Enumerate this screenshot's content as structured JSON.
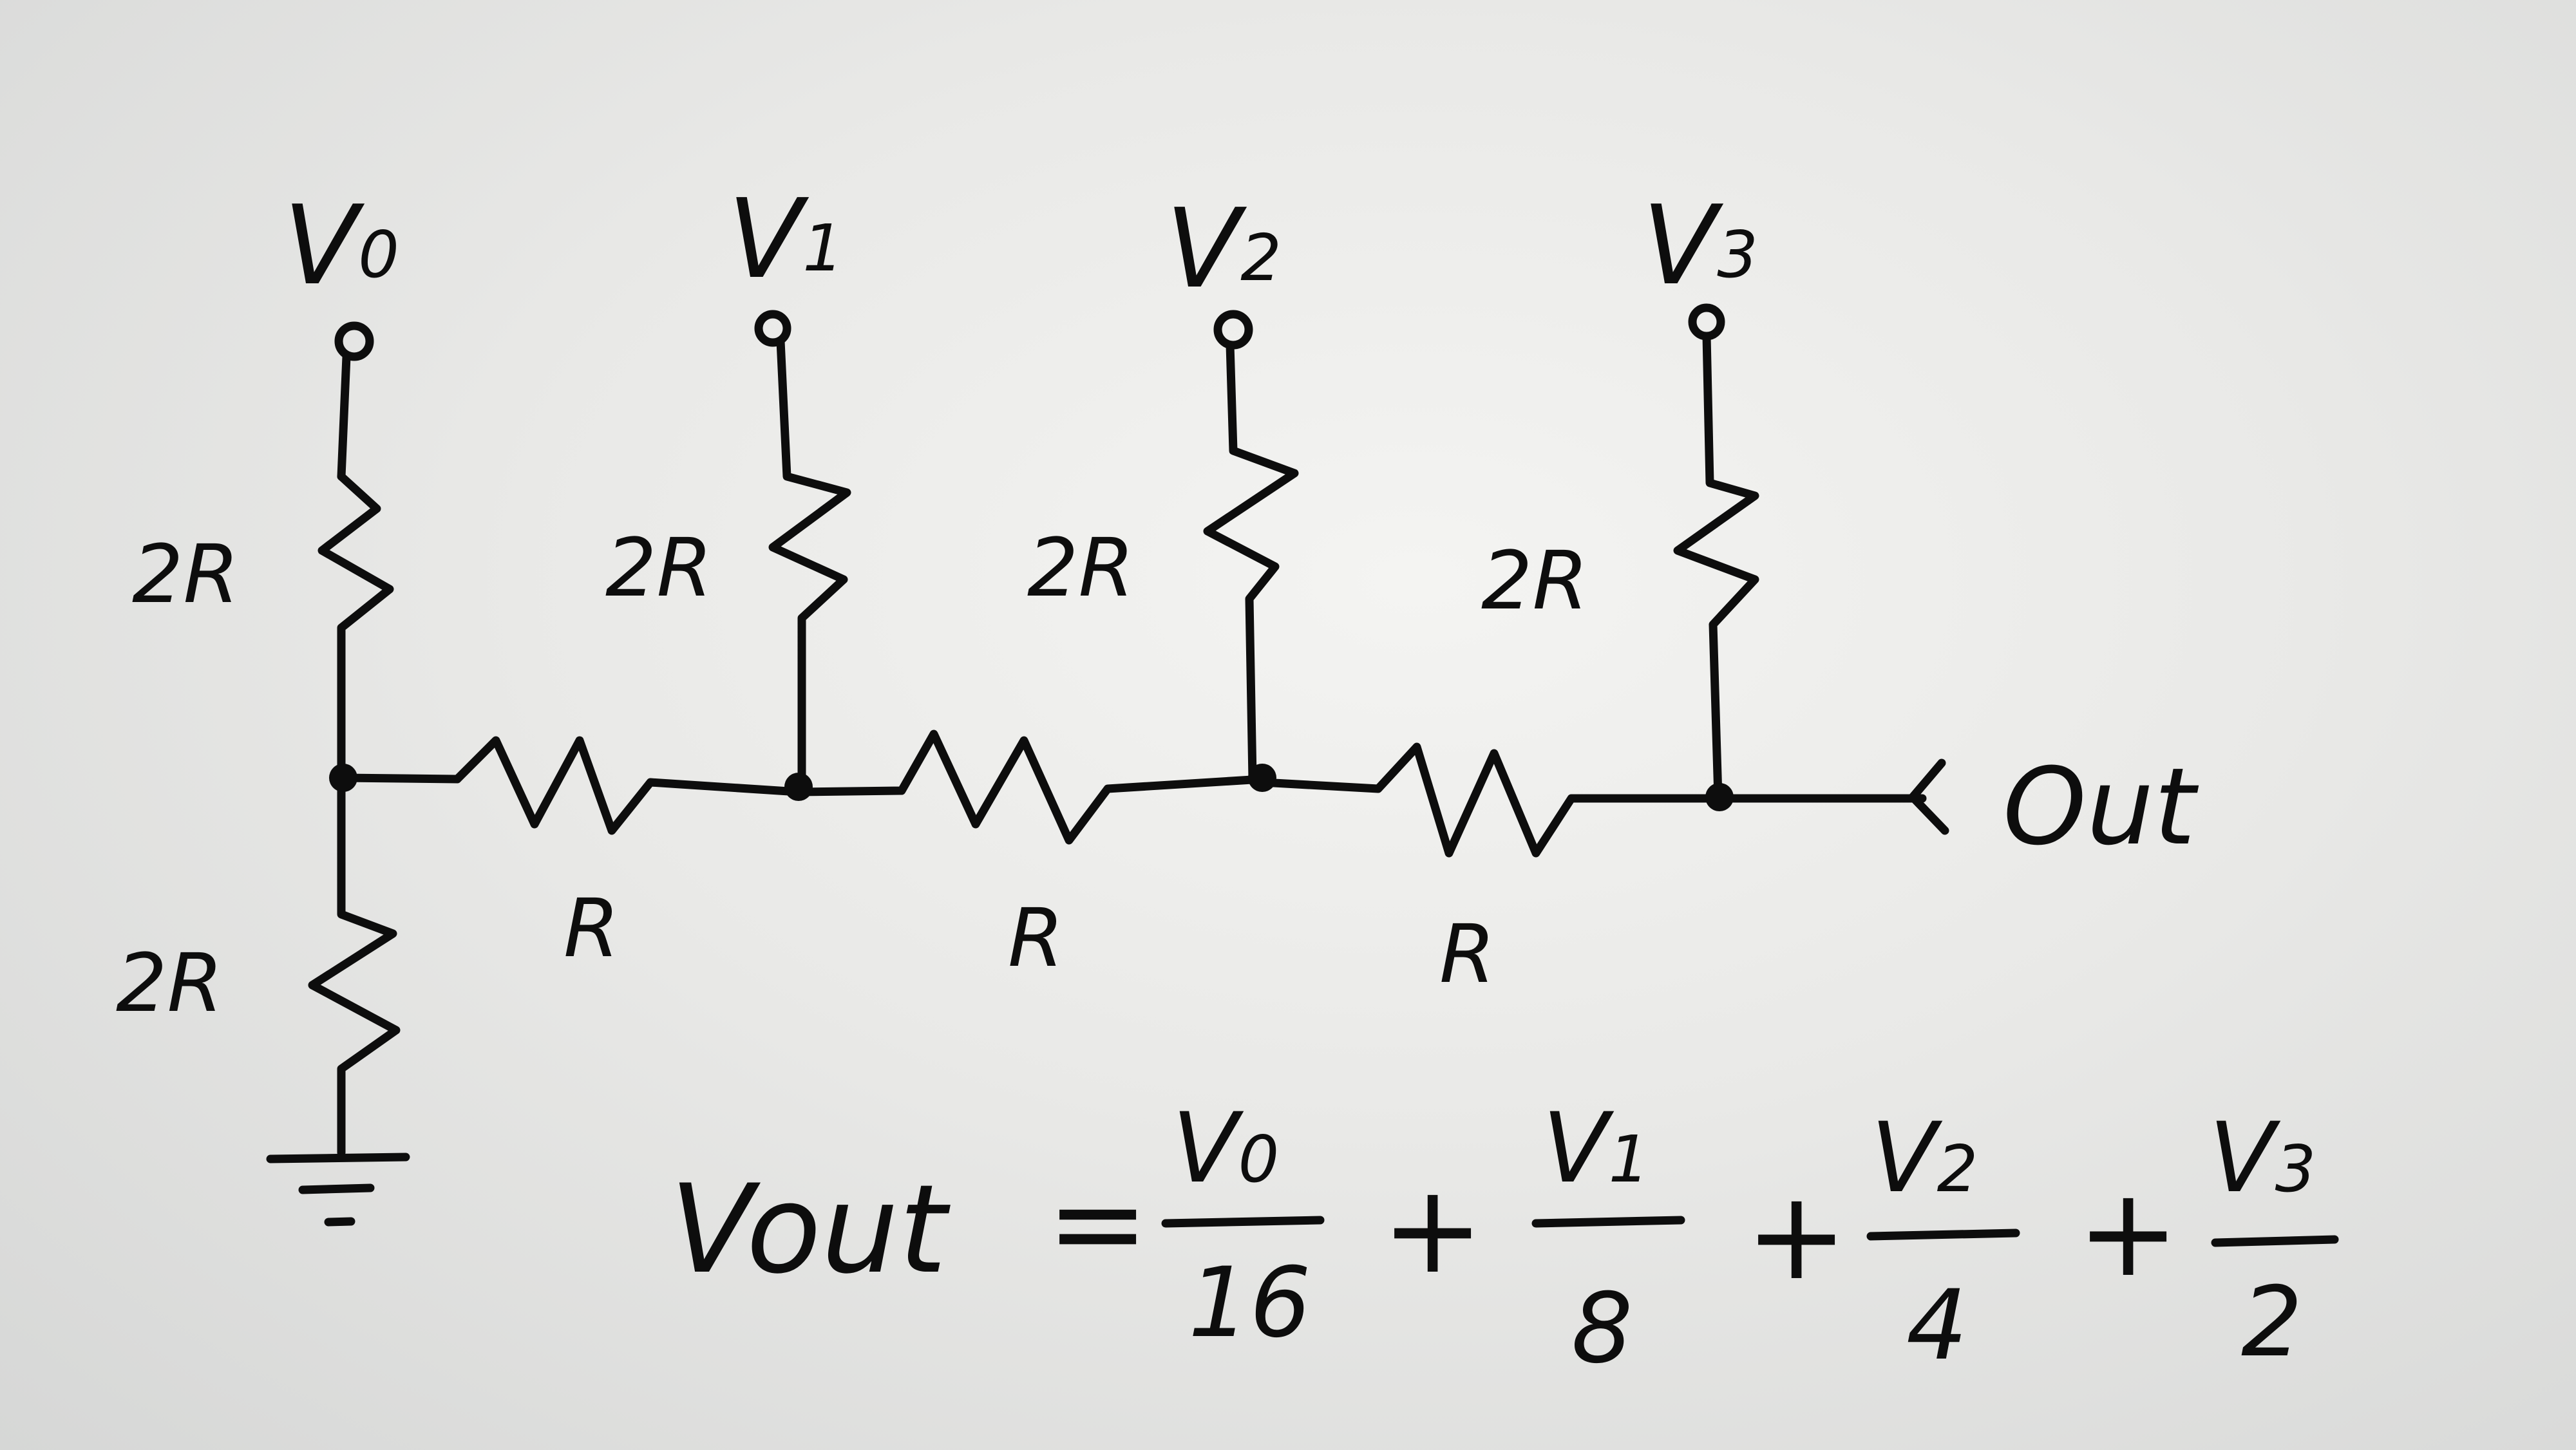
{
  "inputs": [
    {
      "letter": "V",
      "sub": "0"
    },
    {
      "letter": "V",
      "sub": "1"
    },
    {
      "letter": "V",
      "sub": "2"
    },
    {
      "letter": "V",
      "sub": "3"
    }
  ],
  "resistors": {
    "ground_leg": "2R",
    "input_legs": [
      "2R",
      "2R",
      "2R",
      "2R"
    ],
    "series": [
      "R",
      "R",
      "R"
    ]
  },
  "output_label": "Out",
  "equation": {
    "lhs": "Vout",
    "equals": "=",
    "plus": "+",
    "terms": [
      {
        "num_letter": "V",
        "num_sub": "0",
        "den": "16"
      },
      {
        "num_letter": "V",
        "num_sub": "1",
        "den": "8"
      },
      {
        "num_letter": "V",
        "num_sub": "2",
        "den": "4"
      },
      {
        "num_letter": "V",
        "num_sub": "3",
        "den": "2"
      }
    ]
  }
}
